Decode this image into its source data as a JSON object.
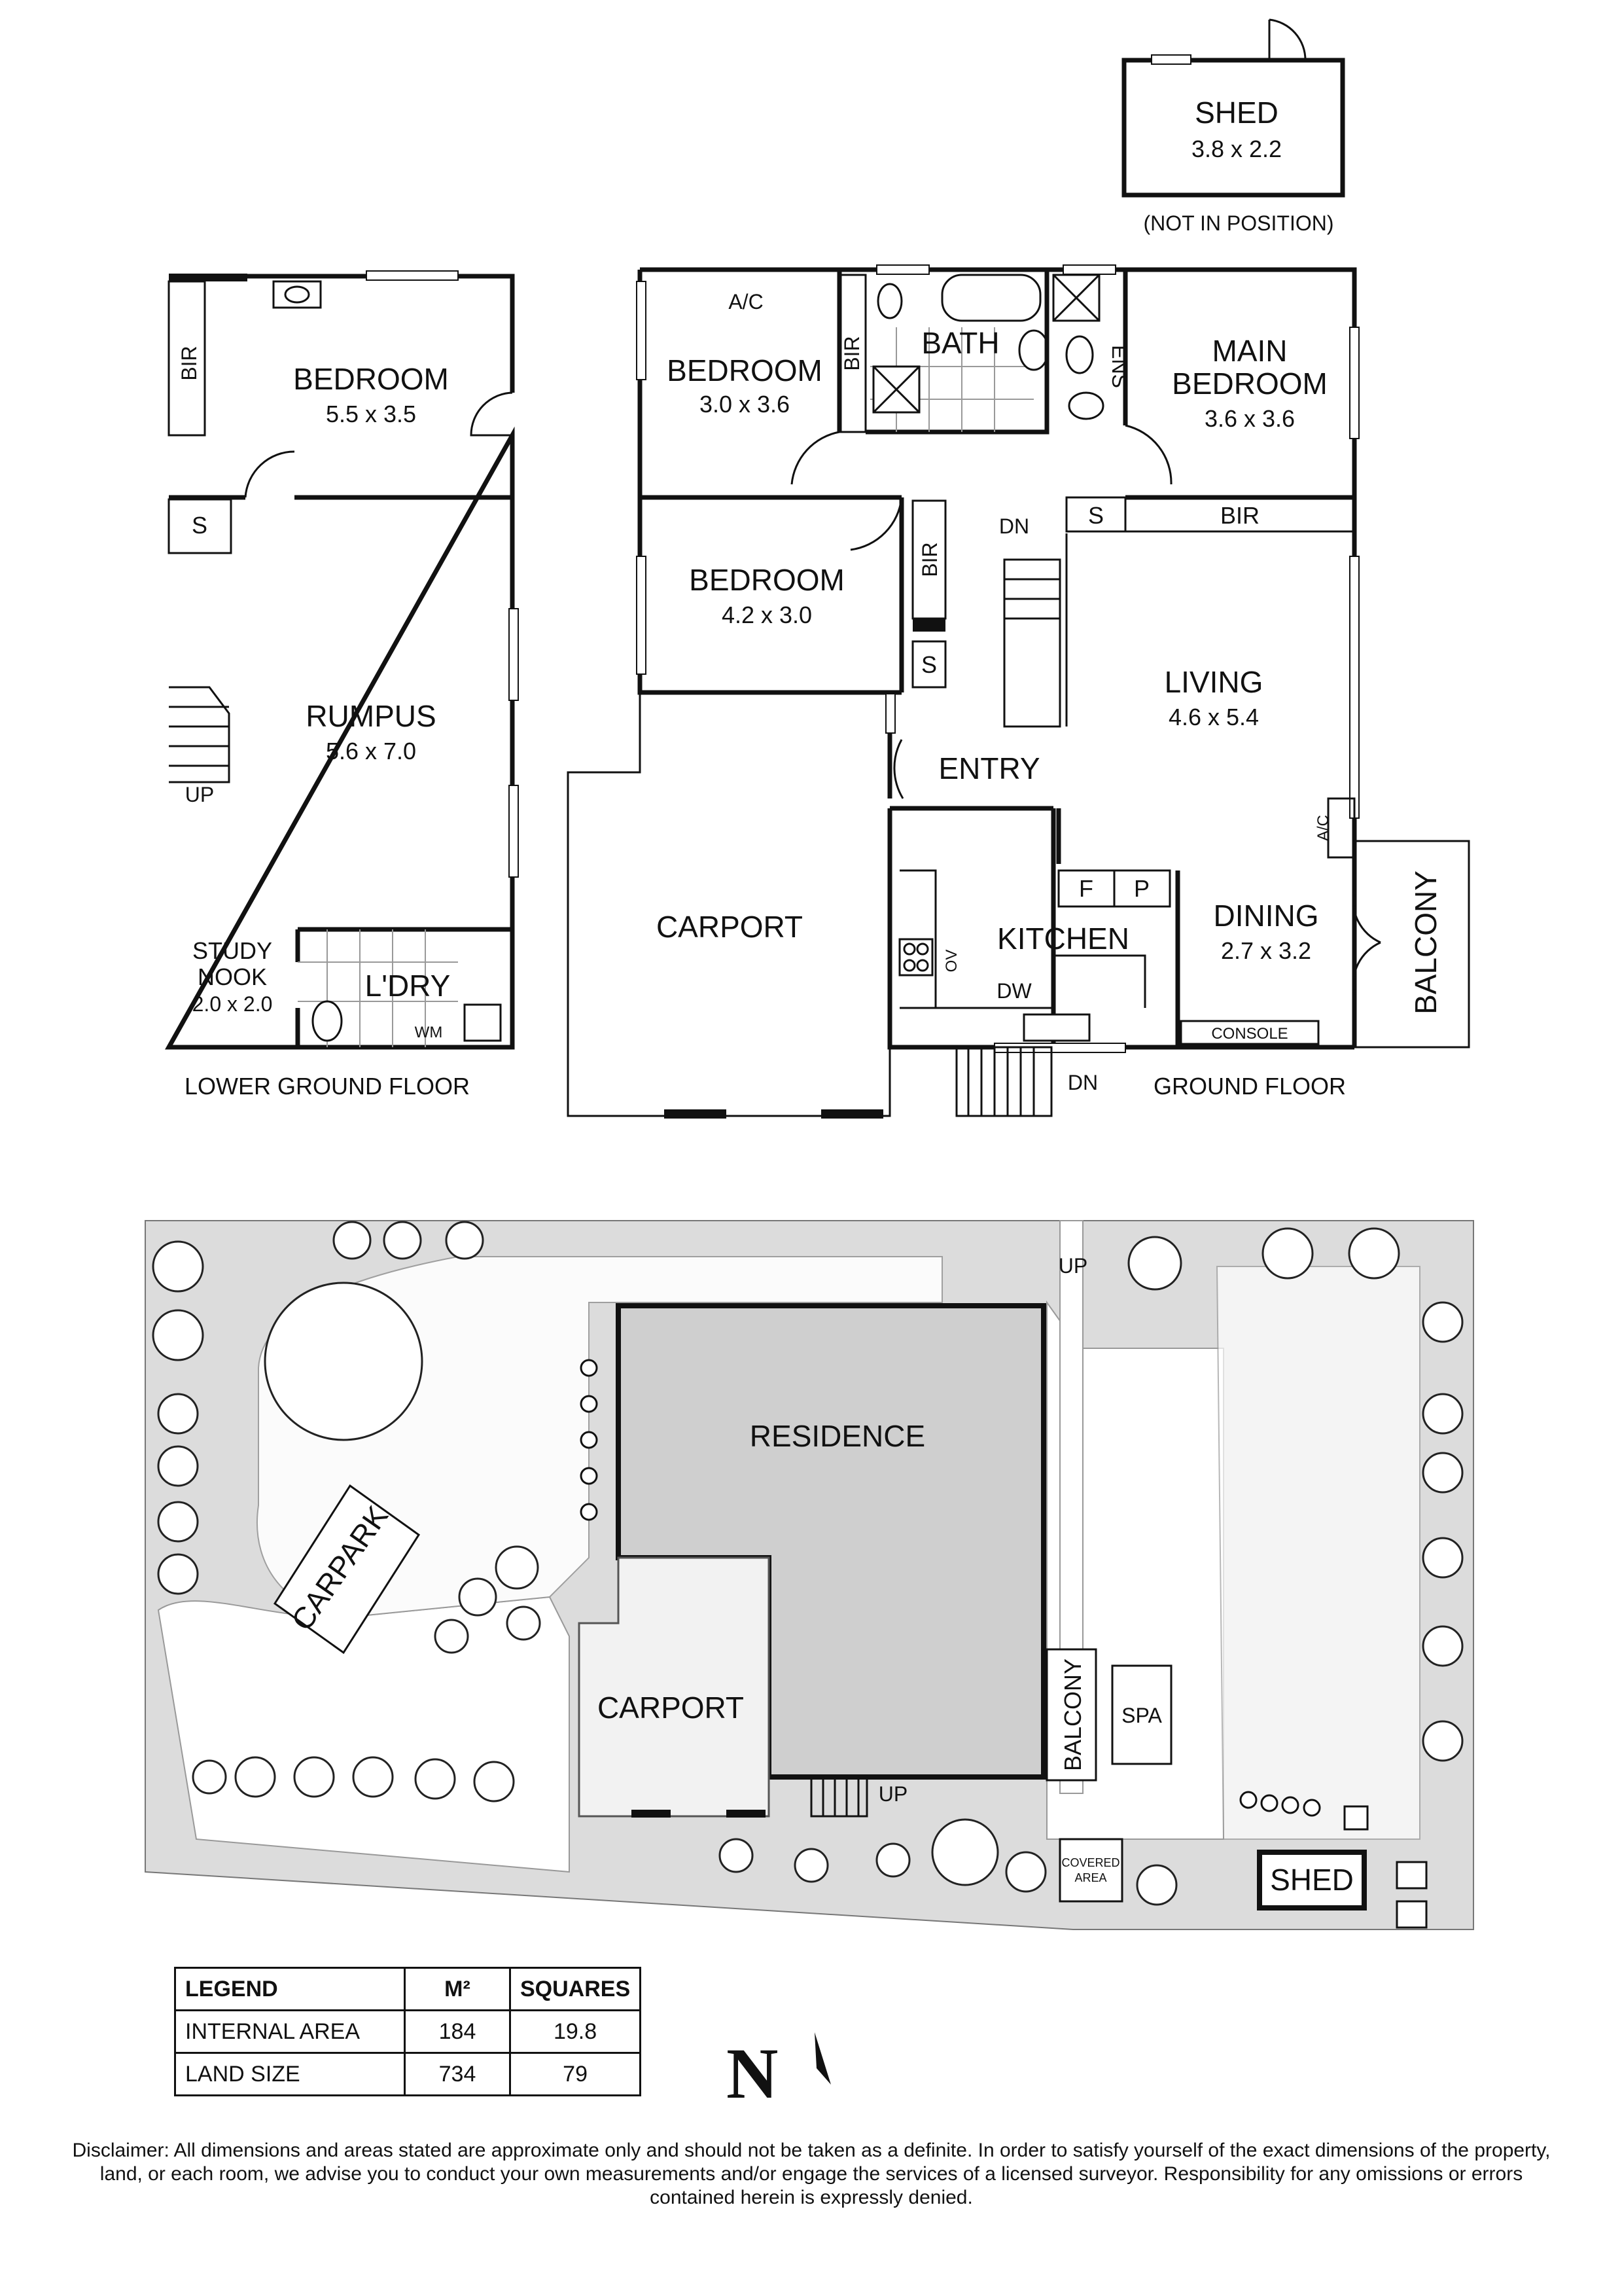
{
  "lower_ground": {
    "floor_label": "LOWER GROUND FLOOR",
    "bedroom": {
      "name": "BEDROOM",
      "dim": "5.5 x 3.5"
    },
    "bir": "BIR",
    "s_mark": "S",
    "rumpus": {
      "name": "RUMPUS",
      "dim": "5.6 x 7.0"
    },
    "up": "UP",
    "study_nook": {
      "name_line1": "STUDY",
      "name_line2": "NOOK",
      "dim": "2.0 x 2.0"
    },
    "laundry": "L'DRY",
    "wm": "WM"
  },
  "ground": {
    "floor_label": "GROUND FLOOR",
    "ac_top": "A/C",
    "bedroom_1": {
      "name": "BEDROOM",
      "dim": "3.0 x 3.6"
    },
    "bir_1": "BIR",
    "bath": "BATH",
    "ens": "ENS",
    "main_bedroom": {
      "name_line1": "MAIN",
      "name_line2": "BEDROOM",
      "dim": "3.6 x 3.6"
    },
    "dn_stair": "DN",
    "s_1": "S",
    "bir_main": "BIR",
    "bedroom_2": {
      "name": "BEDROOM",
      "dim": "4.2 x 3.0"
    },
    "bir_2": "BIR",
    "s_2": "S",
    "living": {
      "name": "LIVING",
      "dim": "4.6 x 5.4"
    },
    "entry": "ENTRY",
    "ac_living": "A/C",
    "carport": "CARPORT",
    "kitchen": "KITCHEN",
    "f": "F",
    "p": "P",
    "ov": "OV",
    "dw": "DW",
    "dining": {
      "name": "DINING",
      "dim": "2.7 x 3.2"
    },
    "balcony": "BALCONY",
    "console": "CONSOLE",
    "dn_front": "DN"
  },
  "shed": {
    "name": "SHED",
    "dim": "3.8 x 2.2",
    "note": "(NOT IN POSITION)"
  },
  "site": {
    "residence": "RESIDENCE",
    "carport": "CARPORT",
    "carpark": "CARPARK",
    "balcony": "BALCONY",
    "spa": "SPA",
    "up_top": "UP",
    "up_bottom": "UP",
    "covered_line1": "COVERED",
    "covered_line2": "AREA",
    "shed": "SHED"
  },
  "legend": {
    "headers": [
      "LEGEND",
      "M²",
      "SQUARES"
    ],
    "rows": [
      {
        "label": "INTERNAL AREA",
        "m2": "184",
        "squares": "19.8"
      },
      {
        "label": "LAND SIZE",
        "m2": "734",
        "squares": "79"
      }
    ]
  },
  "north": "N",
  "disclaimer": "Disclaimer: All dimensions and areas stated are approximate only and should not be taken as a definite. In order to satisfy yourself of the exact dimensions of the property, land, or each room, we advise you to conduct your own measurements and/or engage the services of a licensed surveyor. Responsibility for any omissions or errors contained herein is expressly denied."
}
